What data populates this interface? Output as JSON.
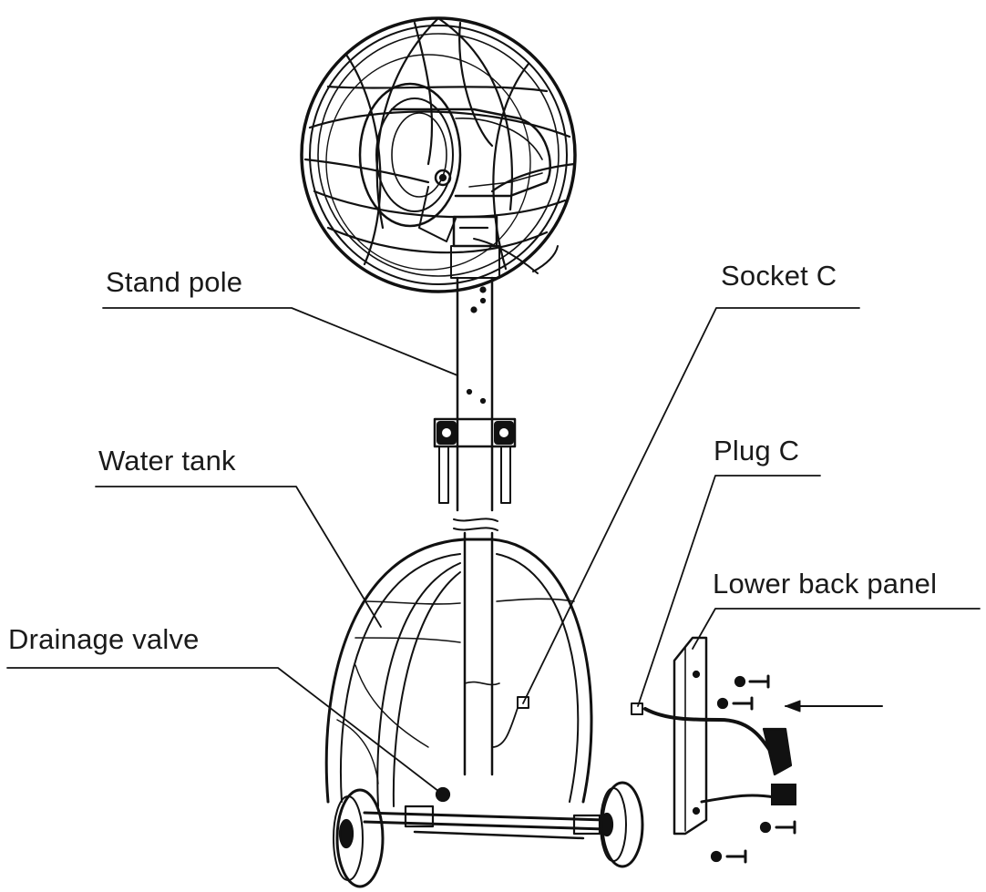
{
  "diagram": {
    "labels": {
      "stand_pole": "Stand pole",
      "socket_c": "Socket C",
      "water_tank": "Water tank",
      "plug_c": "Plug C",
      "lower_back_panel": "Lower back panel",
      "drainage_valve": "Drainage valve"
    },
    "colors": {
      "line": "#111111",
      "background": "#ffffff"
    }
  }
}
